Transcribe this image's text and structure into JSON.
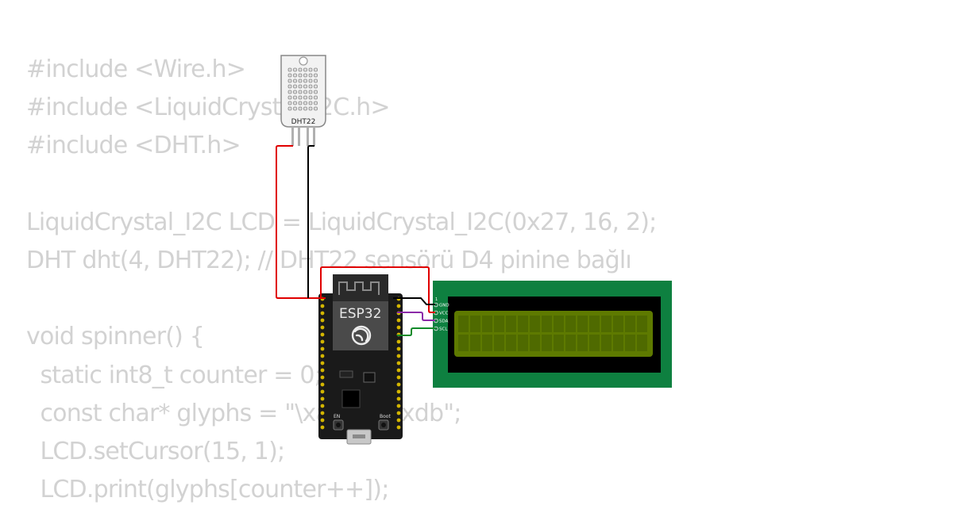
{
  "code": {
    "lines": [
      "#include <Wire.h>",
      "#include <LiquidCrystal_I2C.h>",
      "#include <DHT.h>",
      "",
      "LiquidCrystal_I2C LCD = LiquidCrystal_I2C(0x27, 16, 2);",
      "DHT dht(4, DHT22); // DHT22 sensörü D4 pinine bağlı",
      "",
      "void spinner() {",
      "  static int8_t counter = 0;",
      "  const char* glyphs = \"\\xa1\\xa5\\xdb\";",
      "  LCD.setCursor(15, 1);",
      "  LCD.print(glyphs[counter++]);"
    ]
  },
  "components": {
    "sensor": {
      "label": "DHT22"
    },
    "board": {
      "label": "ESP32",
      "boot_label": "Boot",
      "en_label": "EN"
    },
    "lcd": {
      "pin1_label": "1",
      "pins": [
        "GND",
        "VCC",
        "SDA",
        "SCL"
      ],
      "rows": 2,
      "cols": 16
    }
  },
  "colors": {
    "code_text": "#d2d2d2",
    "wire_red": "#e00000",
    "wire_black": "#000000",
    "wire_purple": "#8b2aa8",
    "wire_green": "#118a2a",
    "lcd_board": "#0e8040",
    "lcd_screen": "#5e7a00",
    "esp_board": "#1a1a1a",
    "esp_module": "#4a4a4a"
  }
}
